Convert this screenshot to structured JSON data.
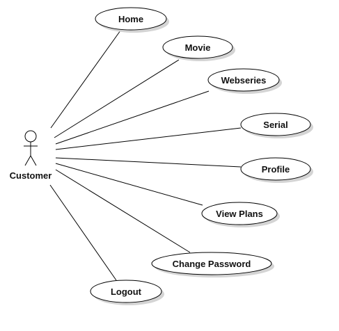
{
  "actor": {
    "name": "Customer"
  },
  "use_cases": [
    {
      "id": "home",
      "label": "Home"
    },
    {
      "id": "movie",
      "label": "Movie"
    },
    {
      "id": "webseries",
      "label": "Webseries"
    },
    {
      "id": "serial",
      "label": "Serial"
    },
    {
      "id": "profile",
      "label": "Profile"
    },
    {
      "id": "view-plans",
      "label": "View Plans"
    },
    {
      "id": "change-password",
      "label": "Change Password"
    },
    {
      "id": "logout",
      "label": "Logout"
    }
  ],
  "colors": {
    "stroke": "#000000",
    "fill": "#ffffff",
    "shadow": "#d4d4d4"
  }
}
